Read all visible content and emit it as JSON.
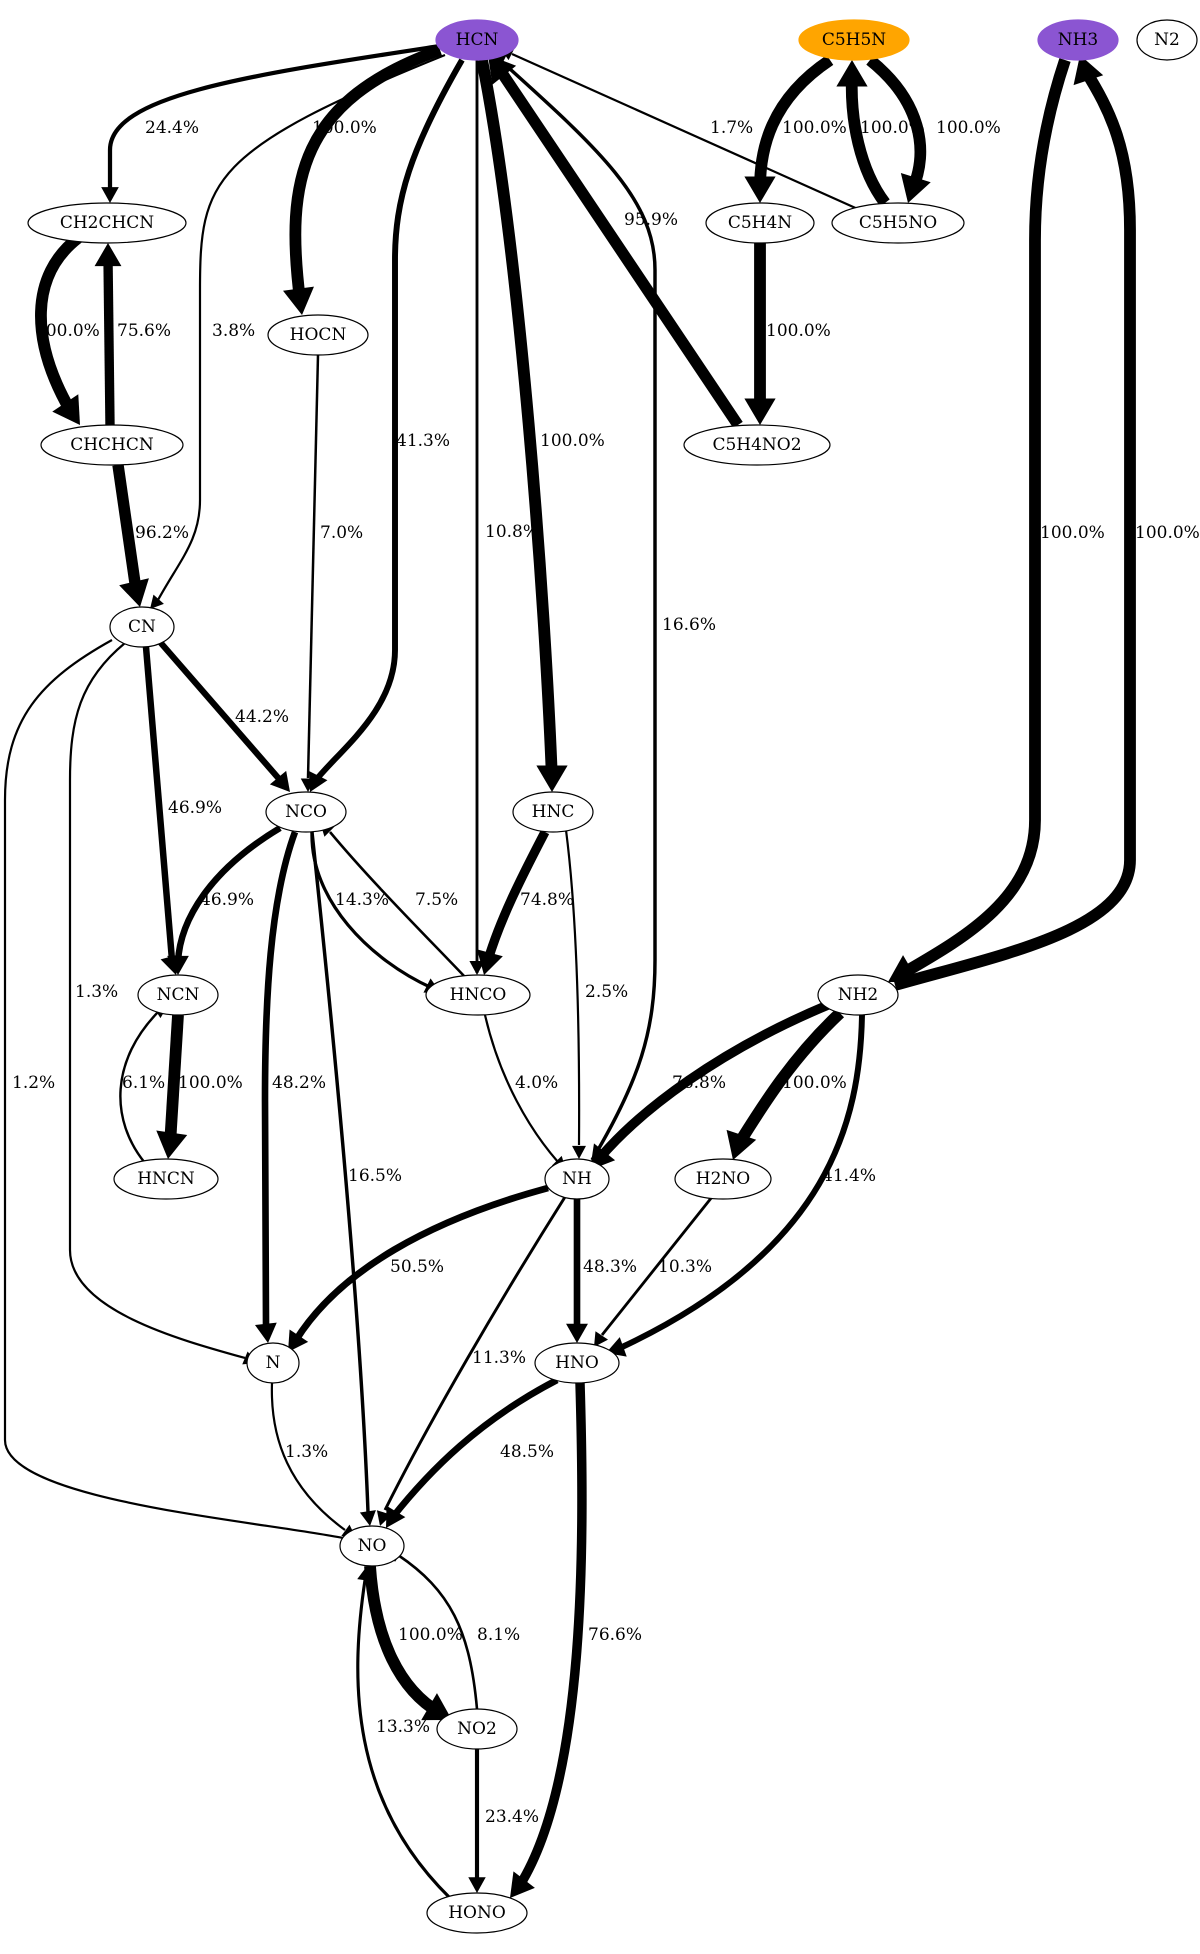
{
  "colors": {
    "source": "#8b55d2",
    "pyridine": "#ffa500",
    "default_fill": "#ffffff",
    "stroke": "#000000"
  },
  "nodes": [
    {
      "id": "HCN",
      "label": "HCN",
      "fill": "source"
    },
    {
      "id": "C5H5N",
      "label": "C5H5N",
      "fill": "pyridine"
    },
    {
      "id": "NH3",
      "label": "NH3",
      "fill": "source"
    },
    {
      "id": "N2",
      "label": "N2",
      "fill": "default_fill"
    },
    {
      "id": "CH2CHCN",
      "label": "CH2CHCN",
      "fill": "default_fill"
    },
    {
      "id": "C5H4N",
      "label": "C5H4N",
      "fill": "default_fill"
    },
    {
      "id": "C5H5NO",
      "label": "C5H5NO",
      "fill": "default_fill"
    },
    {
      "id": "HOCN",
      "label": "HOCN",
      "fill": "default_fill"
    },
    {
      "id": "CHCHCN",
      "label": "CHCHCN",
      "fill": "default_fill"
    },
    {
      "id": "C5H4NO2",
      "label": "C5H4NO2",
      "fill": "default_fill"
    },
    {
      "id": "CN",
      "label": "CN",
      "fill": "default_fill"
    },
    {
      "id": "NCO",
      "label": "NCO",
      "fill": "default_fill"
    },
    {
      "id": "HNC",
      "label": "HNC",
      "fill": "default_fill"
    },
    {
      "id": "NCN",
      "label": "NCN",
      "fill": "default_fill"
    },
    {
      "id": "HNCO",
      "label": "HNCO",
      "fill": "default_fill"
    },
    {
      "id": "NH2",
      "label": "NH2",
      "fill": "default_fill"
    },
    {
      "id": "HNCN",
      "label": "HNCN",
      "fill": "default_fill"
    },
    {
      "id": "NH",
      "label": "NH",
      "fill": "default_fill"
    },
    {
      "id": "H2NO",
      "label": "H2NO",
      "fill": "default_fill"
    },
    {
      "id": "N",
      "label": "N",
      "fill": "default_fill"
    },
    {
      "id": "HNO",
      "label": "HNO",
      "fill": "default_fill"
    },
    {
      "id": "NO",
      "label": "NO",
      "fill": "default_fill"
    },
    {
      "id": "NO2",
      "label": "NO2",
      "fill": "default_fill"
    },
    {
      "id": "HONO",
      "label": "HONO",
      "fill": "default_fill"
    }
  ],
  "edges": [
    {
      "from": "HCN",
      "to": "CH2CHCN",
      "label": "24.4%",
      "weight": 24.4
    },
    {
      "from": "HCN",
      "to": "HOCN",
      "label": "100.0%",
      "weight": 100.0
    },
    {
      "from": "HCN",
      "to": "CN",
      "label": "3.8%",
      "weight": 3.8
    },
    {
      "from": "HCN",
      "to": "NCO",
      "label": "41.3%",
      "weight": 41.3
    },
    {
      "from": "HCN",
      "to": "HNCO",
      "label": "10.8%",
      "weight": 10.8
    },
    {
      "from": "HCN",
      "to": "HNC",
      "label": "100.0%",
      "weight": 100.0
    },
    {
      "from": "C5H4NO2",
      "to": "HCN",
      "label": "95.9%",
      "weight": 95.9
    },
    {
      "from": "NH",
      "to": "HCN",
      "label": "16.6%",
      "weight": 16.6
    },
    {
      "from": "C5H5NO",
      "to": "HCN",
      "label": "1.7%",
      "weight": 1.7
    },
    {
      "from": "C5H5N",
      "to": "C5H4N",
      "label": "100.0%",
      "weight": 100.0
    },
    {
      "from": "C5H5NO",
      "to": "C5H5N",
      "label": "100.0%",
      "weight": 100.0
    },
    {
      "from": "C5H5N",
      "to": "C5H5NO",
      "label": "100.0%",
      "weight": 100.0
    },
    {
      "from": "C5H4N",
      "to": "C5H4NO2",
      "label": "100.0%",
      "weight": 100.0
    },
    {
      "from": "NH3",
      "to": "NH2",
      "label": "100.0%",
      "weight": 100.0
    },
    {
      "from": "NH2",
      "to": "NH3",
      "label": "100.0%",
      "weight": 100.0
    },
    {
      "from": "CH2CHCN",
      "to": "CHCHCN",
      "label": "100.0%",
      "weight": 100.0
    },
    {
      "from": "CHCHCN",
      "to": "CH2CHCN",
      "label": "75.6%",
      "weight": 75.6
    },
    {
      "from": "CHCHCN",
      "to": "CN",
      "label": "96.2%",
      "weight": 96.2
    },
    {
      "from": "HOCN",
      "to": "NCO",
      "label": "7.0%",
      "weight": 7.0
    },
    {
      "from": "CN",
      "to": "NCO",
      "label": "44.2%",
      "weight": 44.2
    },
    {
      "from": "CN",
      "to": "NCN",
      "label": "46.9%",
      "weight": 46.9
    },
    {
      "from": "CN",
      "to": "N",
      "label": "1.3%",
      "weight": 1.3
    },
    {
      "from": "CN",
      "to": "NO",
      "label": "1.2%",
      "weight": 1.2
    },
    {
      "from": "NCO",
      "to": "NCN",
      "label": "46.9%",
      "weight": 46.9
    },
    {
      "from": "NCO",
      "to": "HNCO",
      "label": "14.3%",
      "weight": 14.3
    },
    {
      "from": "HNCO",
      "to": "NCO",
      "label": "7.5%",
      "weight": 7.5
    },
    {
      "from": "NCO",
      "to": "N",
      "label": "48.2%",
      "weight": 48.2
    },
    {
      "from": "NCO",
      "to": "NO",
      "label": "16.5%",
      "weight": 16.5
    },
    {
      "from": "HNC",
      "to": "HNCO",
      "label": "74.8%",
      "weight": 74.8
    },
    {
      "from": "HNC",
      "to": "NH",
      "label": "2.5%",
      "weight": 2.5
    },
    {
      "from": "NCN",
      "to": "HNCN",
      "label": "100.0%",
      "weight": 100.0
    },
    {
      "from": "HNCN",
      "to": "NCN",
      "label": "6.1%",
      "weight": 6.1
    },
    {
      "from": "HNCO",
      "to": "NH",
      "label": "4.0%",
      "weight": 4.0
    },
    {
      "from": "NH2",
      "to": "NH",
      "label": "76.8%",
      "weight": 76.8
    },
    {
      "from": "NH2",
      "to": "H2NO",
      "label": "100.0%",
      "weight": 100.0
    },
    {
      "from": "NH2",
      "to": "HNO",
      "label": "41.4%",
      "weight": 41.4
    },
    {
      "from": "NH",
      "to": "N",
      "label": "50.5%",
      "weight": 50.5
    },
    {
      "from": "NH",
      "to": "NO",
      "label": "11.3%",
      "weight": 11.3
    },
    {
      "from": "NH",
      "to": "HNO",
      "label": "48.3%",
      "weight": 48.3
    },
    {
      "from": "H2NO",
      "to": "HNO",
      "label": "10.3%",
      "weight": 10.3
    },
    {
      "from": "N",
      "to": "NO",
      "label": "1.3%",
      "weight": 1.3
    },
    {
      "from": "HNO",
      "to": "NO",
      "label": "48.5%",
      "weight": 48.5
    },
    {
      "from": "HNO",
      "to": "HONO",
      "label": "76.6%",
      "weight": 76.6
    },
    {
      "from": "NO",
      "to": "NO2",
      "label": "100.0%",
      "weight": 100.0
    },
    {
      "from": "NO2",
      "to": "NO",
      "label": "8.1%",
      "weight": 8.1
    },
    {
      "from": "HONO",
      "to": "NO",
      "label": "13.3%",
      "weight": 13.3
    },
    {
      "from": "NO2",
      "to": "HONO",
      "label": "23.4%",
      "weight": 23.4
    }
  ]
}
